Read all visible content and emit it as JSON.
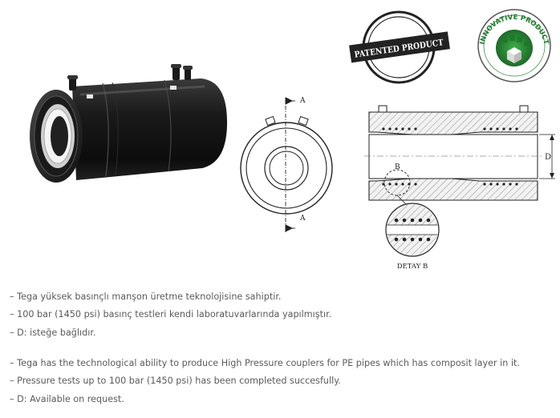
{
  "drawing": {
    "section_label_top": "A",
    "section_label_bottom": "A",
    "detail_marker": "B",
    "dimension_label": "D",
    "detail_caption": "DETAY B"
  },
  "badges": {
    "patented": "PATENTED PRODUCT",
    "innovative": "INNOVATIVE PRODUCT"
  },
  "turkish_lines": [
    "– Tega yüksek basınçlı manşon üretme teknolojisine sahiptir.",
    "– 100 bar (1450 psi) basınç testleri kendi laboratuvarlarında yapılmıştır.",
    "– D: isteğe bağlıdır."
  ],
  "english_lines": [
    "– Tega has the technological ability to produce High Pressure couplers for PE pipes which has composit layer in it.",
    "– Pressure tests up to 100 bar (1450 psi) has been completed succesfully.",
    "– D: Available on request."
  ],
  "colors": {
    "text": "#5a5a5a",
    "product_body": "#1c1c1c",
    "innovative_green": "#2e8b3a"
  }
}
